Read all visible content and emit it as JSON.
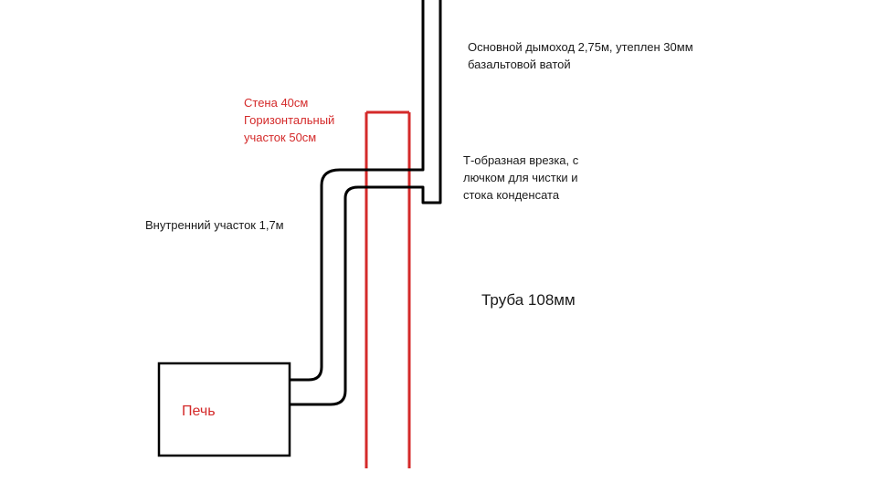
{
  "colors": {
    "pipe": "#000000",
    "wall": "#d42a2a",
    "text": "#1a1a1a",
    "red_text": "#d42a2a"
  },
  "labels": {
    "main_chimney_line1": "Основной дымоход 2,75м, утеплен 30мм",
    "main_chimney_line2": "базальтовой ватой",
    "wall_line1": "Стена 40см",
    "wall_line2": "Горизонтальный",
    "wall_line3": "участок 50см",
    "tee_line1": "Т-образная врезка, с",
    "tee_line2": "лючком для чистки и",
    "tee_line3": "стока конденсата",
    "inner_section": "Внутренний участок 1,7м",
    "pipe_size": "Труба 108мм",
    "stove": "Печь"
  }
}
